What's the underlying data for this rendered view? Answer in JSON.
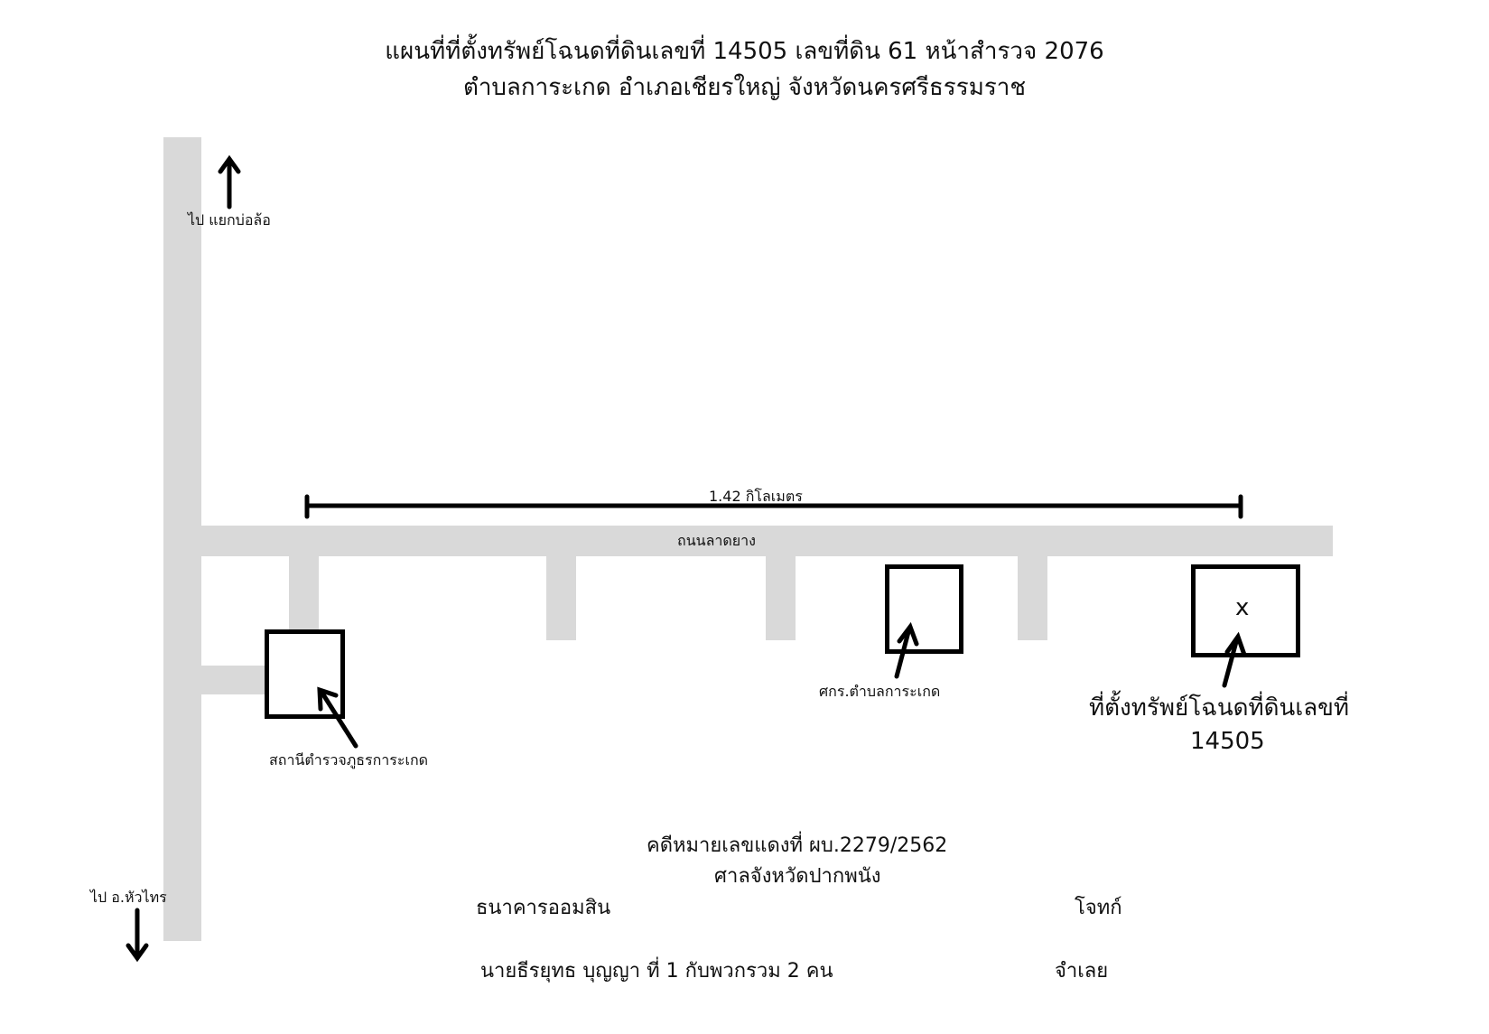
{
  "title": {
    "line1": "แผนที่ที่ตั้งทรัพย์โฉนดที่ดินเลขที่ 14505 เลขที่ดิน 61 หน้าสำรวจ 2076",
    "line2": "ตำบลการะเกด อำเภอเชียรใหญ่ จังหวัดนครศรีธรรมราช"
  },
  "map": {
    "north_direction": "ไป แยกบ่อล้อ",
    "south_direction": "ไป อ.หัวไทร",
    "distance": "1.42 กิโลเมตร",
    "road_name": "ถนนลาดยาง",
    "police_station": "สถานีตำรวจภูธรการะเกด",
    "learning_center": "ศกร.ตำบลการะเกด",
    "property_mark": "x",
    "property_label_line1": "ที่ตั้งทรัพย์โฉนดที่ดินเลขที่",
    "property_label_line2": "14505"
  },
  "case": {
    "number": "คดีหมายเลขแดงที่ ผบ.2279/2562",
    "court": "ศาลจังหวัดปากพนัง",
    "plaintiff_name": "ธนาคารออมสิน",
    "plaintiff_role": "โจทก์",
    "defendant_name": "นายธีรยุทธ บุญญา ที่ 1 กับพวกรวม 2 คน",
    "defendant_role": "จำเลย"
  }
}
